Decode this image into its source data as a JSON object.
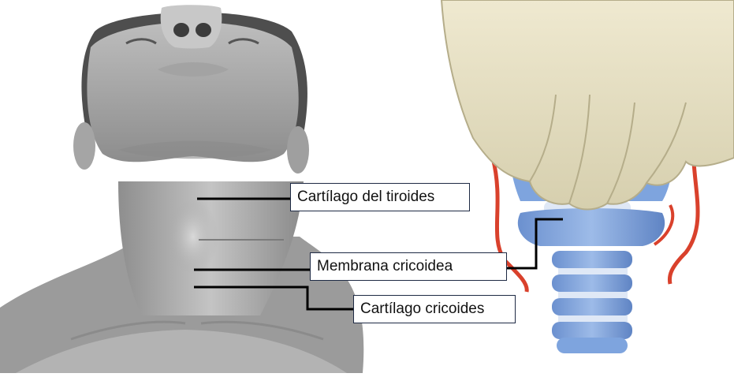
{
  "labels": {
    "thyroid": "Cartílago del tiroides",
    "membrane": "Membrana cricoidea",
    "cricoid": "Cartílago cricoides"
  },
  "colors": {
    "skin_gray": "#9a9a9a",
    "skin_light": "#c7c7c7",
    "hair": "#555555",
    "hand": "#e8e2c8",
    "cartilage_blue": "#7ea4de",
    "cartilage_dark": "#5b80c0",
    "ring_light": "#dfe8f6",
    "artery_red": "#d9412c",
    "leader_line": "#000000"
  }
}
